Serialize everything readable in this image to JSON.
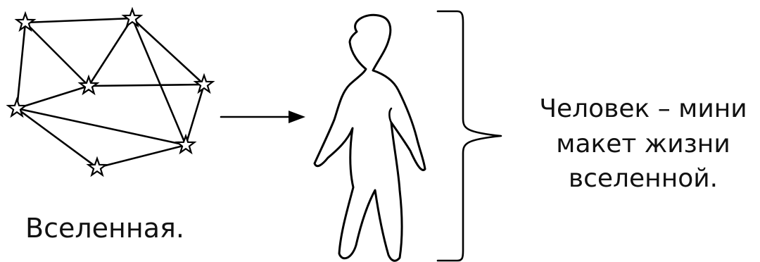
{
  "diagram": {
    "universe_label": "Вселенная.",
    "human_label_lines": [
      "Человек – мини",
      "макет жизни",
      "вселенной."
    ],
    "nodes": [
      "star-1",
      "star-2",
      "star-3",
      "star-4",
      "star-5",
      "star-6",
      "star-7"
    ],
    "edges": [
      [
        "star-1",
        "star-2"
      ],
      [
        "star-1",
        "star-3"
      ],
      [
        "star-1",
        "star-4"
      ],
      [
        "star-2",
        "star-3"
      ],
      [
        "star-2",
        "star-5"
      ],
      [
        "star-2",
        "star-6"
      ],
      [
        "star-3",
        "star-4"
      ],
      [
        "star-3",
        "star-5"
      ],
      [
        "star-4",
        "star-6"
      ],
      [
        "star-4",
        "star-7"
      ],
      [
        "star-5",
        "star-6"
      ],
      [
        "star-6",
        "star-7"
      ]
    ]
  }
}
